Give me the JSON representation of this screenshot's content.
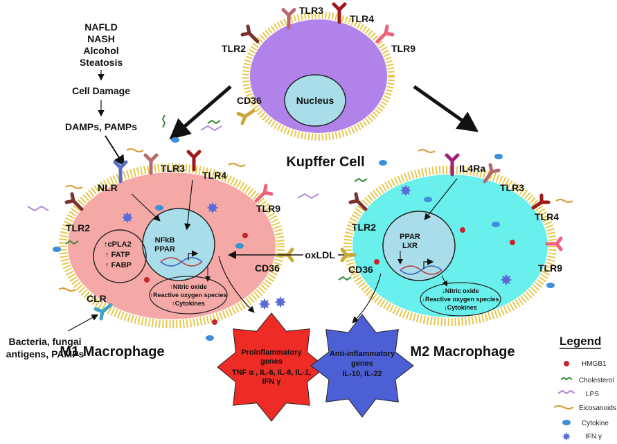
{
  "colors": {
    "m1_fill": "#f5a9a6",
    "m2_fill": "#6af0ec",
    "kupffer_fill": "#b182e9",
    "nucleus_fill": "#a8dde9",
    "membrane_bead": "#e8c64a",
    "pro_star": "#ee2b24",
    "anti_star": "#4c5fd4",
    "tlr3": "#b56a6a",
    "tlr4": "#9e1a1a",
    "tlr9": "#f0607a",
    "tlr2": "#7c3030",
    "nlr": "#5a6bc8",
    "clr": "#3aa5c8",
    "il4ra": "#a0207a",
    "cd36": "#c9a83a"
  },
  "pathway": {
    "line1": "NAFLD",
    "line2": "NASH",
    "line3": "Alcohol",
    "line4": "Steatosis",
    "cell_damage": "Cell Damage",
    "damps": "DAMPs, PAMPs",
    "bacteria_line1": "Bacteria, fungai",
    "bacteria_line2": "antigens, PAMPs"
  },
  "kupffer": {
    "title": "Kupffer Cell",
    "nucleus": "Nucleus",
    "tlr3": "TLR3",
    "tlr4": "TLR4",
    "tlr2": "TLR2",
    "tlr9": "TLR9",
    "cd36": "CD36"
  },
  "m1": {
    "title": "M1 Macrophage",
    "nlr": "NLR",
    "tlr3": "TLR3",
    "tlr4": "TLR4",
    "tlr9": "TLR9",
    "tlr2": "TLR2",
    "clr": "CLR",
    "cd36": "CD36",
    "box_line1": "↑cPLA2",
    "box_line2": "↑ FATP",
    "box_line3": "↑ FABP",
    "nuc_line1": "NFkB",
    "nuc_line2": "PPAR",
    "out_line1": "↑Nitric oxide",
    "out_line2": "↑Reactive oxygen species",
    "out_line3": "↑Cytokines"
  },
  "m2": {
    "title": "M2 Macrophage",
    "il4ra": "IL4Ra",
    "tlr3": "TLR3",
    "tlr4": "TLR4",
    "tlr2": "TLR2",
    "tlr9": "TLR9",
    "cd36": "CD36",
    "nuc_line1": "PPAR",
    "nuc_line2": "LXR",
    "out_line1": "↓Nitric oxide",
    "out_line2": "↓Reactive oxygen species",
    "out_line3": "↓Cytokines"
  },
  "oxldl": "oxLDL",
  "pro": {
    "line1": "Proinflammatory",
    "line2": "genes",
    "line3": "TNF α , IL-6, IL-8, IL-1,",
    "line4": "IFN γ"
  },
  "anti": {
    "line1": "Anti-inflammatory",
    "line2": "genes",
    "line3": "IL-10, IL-22"
  },
  "legend": {
    "title": "Legend",
    "items": [
      {
        "label": "HMGB1",
        "icon": "hmgb1-icon"
      },
      {
        "label": "Cholesterol",
        "icon": "cholesterol-icon"
      },
      {
        "label": "LPS",
        "icon": "lps-icon"
      },
      {
        "label": "Eicosanoids",
        "icon": "eicosanoids-icon"
      },
      {
        "label": "Cytokine",
        "icon": "cytokine-icon"
      },
      {
        "label": "IFN γ",
        "icon": "ifn-gamma-icon"
      }
    ]
  }
}
